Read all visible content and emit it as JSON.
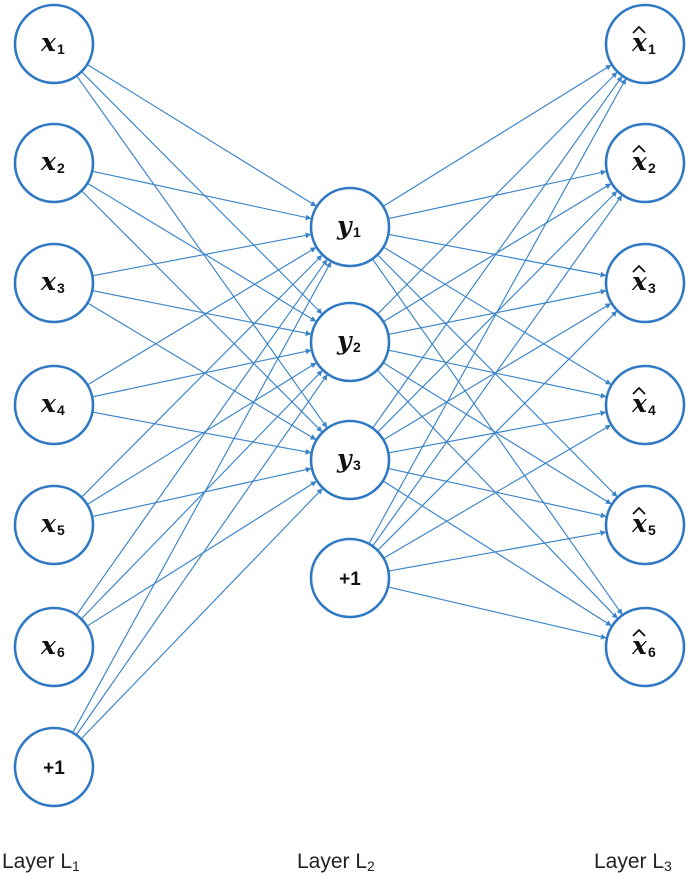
{
  "diagram": {
    "colors": {
      "edge": "#3a83c8",
      "node_border": "#2f78c4",
      "text": "#111111"
    },
    "layers": [
      {
        "label": "Layer L",
        "label_sub": "1",
        "nodes": [
          {
            "var": "x",
            "sub": "1",
            "hat": false
          },
          {
            "var": "x",
            "sub": "2",
            "hat": false
          },
          {
            "var": "x",
            "sub": "3",
            "hat": false
          },
          {
            "var": "x",
            "sub": "4",
            "hat": false
          },
          {
            "var": "x",
            "sub": "5",
            "hat": false
          },
          {
            "var": "x",
            "sub": "6",
            "hat": false
          },
          {
            "bias": "+1"
          }
        ]
      },
      {
        "label": "Layer L",
        "label_sub": "2",
        "nodes": [
          {
            "var": "y",
            "sub": "1",
            "hat": false
          },
          {
            "var": "y",
            "sub": "2",
            "hat": false
          },
          {
            "var": "y",
            "sub": "3",
            "hat": false
          },
          {
            "bias": "+1"
          }
        ]
      },
      {
        "label": "Layer L",
        "label_sub": "3",
        "nodes": [
          {
            "var": "x",
            "sub": "1",
            "hat": true
          },
          {
            "var": "x",
            "sub": "2",
            "hat": true
          },
          {
            "var": "x",
            "sub": "3",
            "hat": true
          },
          {
            "var": "x",
            "sub": "4",
            "hat": true
          },
          {
            "var": "x",
            "sub": "5",
            "hat": true
          },
          {
            "var": "x",
            "sub": "6",
            "hat": true
          }
        ]
      }
    ]
  }
}
